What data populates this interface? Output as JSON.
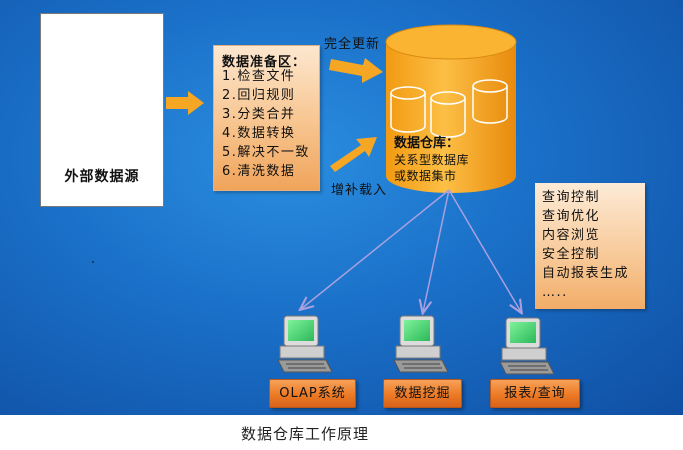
{
  "source": {
    "label": "外部数据源"
  },
  "prep": {
    "title": "数据准备区：",
    "items": [
      "1.检查文件",
      "2.回归规则",
      "3.分类合并",
      "4.数据转换",
      "5.解决不一致",
      "6.清洗数据"
    ]
  },
  "updates": {
    "full": "完全更新",
    "incremental": "增补载入"
  },
  "warehouse": {
    "title": "数据仓库：",
    "line1": "关系型数据库",
    "line2": "或数据集市"
  },
  "functions": {
    "items": [
      "查询控制",
      "查询优化",
      "内容浏览",
      "安全控制",
      "自动报表生成",
      "….."
    ]
  },
  "tools": [
    {
      "label": "OLAP系统"
    },
    {
      "label": "数据挖掘"
    },
    {
      "label": "报表/查询"
    }
  ],
  "caption": "数据仓库工作原理",
  "colors": {
    "background": "#1a6fc7",
    "arrow": "#f5a623",
    "cylinder": "#f6a21c",
    "button": "#ec7a25"
  }
}
